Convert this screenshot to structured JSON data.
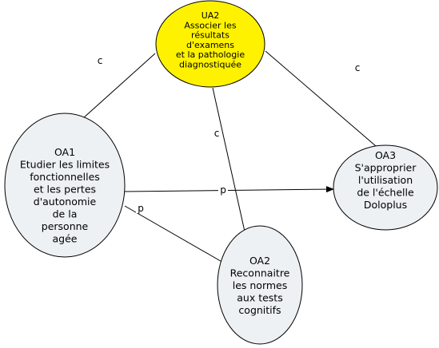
{
  "colors": {
    "ua2_fill": "#FFF200",
    "oa_fill": "#EDF1F3",
    "stroke": "#000000"
  },
  "nodes": {
    "ua2": {
      "lines": [
        "UA2",
        "Associer les",
        "résultats",
        "d'examens",
        "et la pathologie",
        "diagnostiquée"
      ]
    },
    "oa1": {
      "lines": [
        "OA1",
        "Etudier les limites",
        "fonctionnelles",
        "et les pertes",
        "d'autonomie",
        "de la",
        "personne",
        "agée"
      ]
    },
    "oa3": {
      "lines": [
        "OA3",
        "S'approprier",
        "l'utilisation",
        "de l'échelle",
        "Doloplus"
      ]
    },
    "oa2": {
      "lines": [
        "OA2",
        "Reconnaitre",
        "les normes",
        "aux tests",
        "cognitifs"
      ]
    }
  },
  "edges": {
    "ua2_oa1": {
      "label": "c"
    },
    "ua2_oa3": {
      "label": "c"
    },
    "ua2_oa2": {
      "label": "c"
    },
    "oa1_oa3": {
      "label": "p"
    },
    "oa1_oa2": {
      "label": "p"
    }
  }
}
